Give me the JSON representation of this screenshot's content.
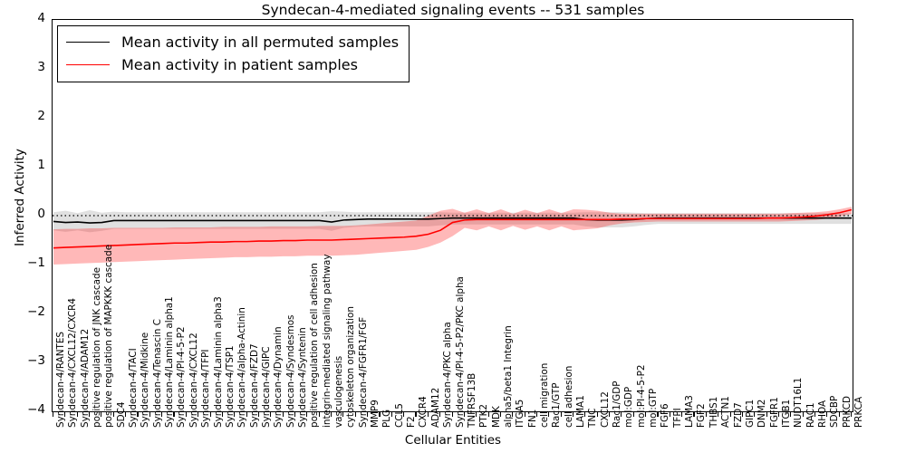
{
  "chart_data": {
    "type": "line",
    "title": "Syndecan-4-mediated signaling events -- 531 samples",
    "xlabel": "Cellular Entities",
    "ylabel": "Inferred Activity",
    "ylim": [
      -4,
      4
    ],
    "yticks": [
      4,
      3,
      2,
      1,
      0,
      -1,
      -2,
      -3,
      -4
    ],
    "ytick_labels": [
      "4",
      "3",
      "2",
      "1",
      "0",
      "−1",
      "−2",
      "−3",
      "−4"
    ],
    "grid": false,
    "zero_reference_line": true,
    "legend_position": "upper left",
    "legend": [
      {
        "label": "Mean activity in all permuted samples",
        "color": "#000000"
      },
      {
        "label": "Mean activity in patient samples",
        "color": "#ff0000"
      }
    ],
    "sample_count": 531,
    "categories": [
      "Syndecan-4/RANTES",
      "Syndecan-4/CXCL12/CXCR4",
      "Syndecan-4/ADAM12",
      "positive regulation of JNK cascade",
      "positive regulation of MAPKKK cascade",
      "SDC4",
      "Syndecan-4/TACI",
      "Syndecan-4/Midkine",
      "Syndecan-4/Tenascin C",
      "Syndecan-4/Laminin alpha1",
      "Syndecan-4/PI-4-5-P2",
      "Syndecan-4/CXCL12",
      "Syndecan-4/TFPI",
      "Syndecan-4/Laminin alpha3",
      "Syndecan-4/TSP1",
      "Syndecan-4/alpha-Actinin",
      "Syndecan-4/FZD7",
      "Syndecan-4/GIPC",
      "Syndecan-4/Dynamin",
      "Syndecan-4/Syndesmos",
      "Syndecan-4/Syntenin",
      "positive regulation of cell adhesion",
      "integrin-mediated signaling pathway",
      "vasculogenesis",
      "cytoskeleton organization",
      "Syndecan-4/FGFR1/FGF",
      "MMP9",
      "PLG",
      "CCL5",
      "F2",
      "CXCR4",
      "ADAM12",
      "Syndecan-4/PKC alpha",
      "Syndecan-4/PI-4-5-P2/PKC alpha",
      "TNFRSF13B",
      "PTK2",
      "MDK",
      "alpha5/beta1 Integrin",
      "ITGA5",
      "FN1",
      "cell migration",
      "Rac1/GTP",
      "cell adhesion",
      "LAMA1",
      "TNC",
      "CXCL12",
      "Rac1/GDP",
      "mol:GDP",
      "mol:PI-4-5-P2",
      "mol:GTP",
      "FGF6",
      "TFPI",
      "LAMA3",
      "FGF2",
      "THBS1",
      "ACTN1",
      "FZD7",
      "GIPC1",
      "DNM2",
      "FGFR1",
      "ITGB1",
      "NUDT16L1",
      "RAC1",
      "RHOA",
      "SDCBP",
      "PRKCD",
      "PRKCA"
    ],
    "series": [
      {
        "name": "Mean activity in all permuted samples",
        "color": "#000000",
        "values": [
          -0.12,
          -0.14,
          -0.13,
          -0.15,
          -0.14,
          -0.1,
          -0.1,
          -0.1,
          -0.1,
          -0.1,
          -0.1,
          -0.1,
          -0.1,
          -0.1,
          -0.1,
          -0.1,
          -0.1,
          -0.1,
          -0.1,
          -0.1,
          -0.1,
          -0.1,
          -0.1,
          -0.13,
          -0.09,
          -0.08,
          -0.07,
          -0.07,
          -0.07,
          -0.07,
          -0.07,
          -0.07,
          -0.06,
          -0.05,
          -0.05,
          -0.05,
          -0.05,
          -0.05,
          -0.05,
          -0.05,
          -0.05,
          -0.05,
          -0.05,
          -0.05,
          -0.08,
          -0.09,
          -0.09,
          -0.09,
          -0.08,
          -0.06,
          -0.05,
          -0.05,
          -0.05,
          -0.05,
          -0.05,
          -0.05,
          -0.05,
          -0.05,
          -0.05,
          -0.05,
          -0.05,
          -0.05,
          -0.05,
          -0.05,
          -0.05,
          -0.05,
          -0.05
        ],
        "band_upper": [
          0.07,
          0.1,
          0.05,
          0.11,
          0.06,
          0.08,
          0.07,
          0.07,
          0.07,
          0.07,
          0.07,
          0.07,
          0.07,
          0.07,
          0.07,
          0.07,
          0.07,
          0.07,
          0.07,
          0.07,
          0.07,
          0.07,
          0.07,
          0.09,
          0.08,
          0.07,
          0.07,
          0.07,
          0.07,
          0.07,
          0.07,
          0.07,
          0.07,
          0.06,
          0.06,
          0.06,
          0.06,
          0.06,
          0.06,
          0.06,
          0.06,
          0.06,
          0.06,
          0.06,
          0.07,
          0.07,
          0.07,
          0.07,
          0.06,
          0.05,
          0.05,
          0.05,
          0.05,
          0.05,
          0.05,
          0.05,
          0.05,
          0.05,
          0.05,
          0.05,
          0.05,
          0.05,
          0.05,
          0.05,
          0.05,
          0.05,
          0.05
        ],
        "band_lower": [
          -0.3,
          -0.33,
          -0.3,
          -0.34,
          -0.31,
          -0.27,
          -0.27,
          -0.27,
          -0.27,
          -0.27,
          -0.27,
          -0.27,
          -0.27,
          -0.27,
          -0.27,
          -0.27,
          -0.27,
          -0.27,
          -0.27,
          -0.27,
          -0.27,
          -0.27,
          -0.27,
          -0.31,
          -0.25,
          -0.23,
          -0.22,
          -0.22,
          -0.22,
          -0.22,
          -0.22,
          -0.22,
          -0.2,
          -0.18,
          -0.18,
          -0.18,
          -0.18,
          -0.18,
          -0.18,
          -0.18,
          -0.18,
          -0.18,
          -0.18,
          -0.18,
          -0.22,
          -0.24,
          -0.24,
          -0.24,
          -0.22,
          -0.19,
          -0.17,
          -0.17,
          -0.17,
          -0.17,
          -0.17,
          -0.17,
          -0.17,
          -0.17,
          -0.17,
          -0.17,
          -0.17,
          -0.17,
          -0.17,
          -0.17,
          -0.17,
          -0.17,
          -0.17
        ]
      },
      {
        "name": "Mean activity in patient samples",
        "color": "#ff0000",
        "values": [
          -0.66,
          -0.65,
          -0.64,
          -0.63,
          -0.62,
          -0.61,
          -0.6,
          -0.59,
          -0.58,
          -0.57,
          -0.56,
          -0.56,
          -0.55,
          -0.54,
          -0.54,
          -0.53,
          -0.53,
          -0.52,
          -0.52,
          -0.51,
          -0.51,
          -0.5,
          -0.5,
          -0.5,
          -0.49,
          -0.48,
          -0.47,
          -0.46,
          -0.45,
          -0.44,
          -0.42,
          -0.38,
          -0.3,
          -0.14,
          -0.09,
          -0.08,
          -0.08,
          -0.08,
          -0.08,
          -0.08,
          -0.08,
          -0.08,
          -0.08,
          -0.08,
          -0.08,
          -0.08,
          -0.08,
          -0.07,
          -0.07,
          -0.06,
          -0.06,
          -0.06,
          -0.06,
          -0.06,
          -0.06,
          -0.06,
          -0.06,
          -0.06,
          -0.06,
          -0.05,
          -0.05,
          -0.04,
          -0.03,
          -0.01,
          0.02,
          0.06,
          0.12
        ],
        "band_upper": [
          -0.28,
          -0.27,
          -0.27,
          -0.26,
          -0.26,
          -0.25,
          -0.25,
          -0.25,
          -0.25,
          -0.25,
          -0.24,
          -0.24,
          -0.24,
          -0.24,
          -0.23,
          -0.23,
          -0.23,
          -0.23,
          -0.22,
          -0.22,
          -0.22,
          -0.22,
          -0.21,
          -0.21,
          -0.21,
          -0.2,
          -0.18,
          -0.16,
          -0.14,
          -0.12,
          -0.1,
          0.0,
          0.1,
          0.14,
          0.06,
          0.13,
          0.05,
          0.13,
          0.04,
          0.12,
          0.05,
          0.13,
          0.05,
          0.13,
          0.12,
          0.1,
          0.06,
          0.04,
          0.04,
          0.04,
          0.04,
          0.04,
          0.04,
          0.04,
          0.04,
          0.04,
          0.04,
          0.04,
          0.04,
          0.04,
          0.04,
          0.05,
          0.06,
          0.07,
          0.09,
          0.13,
          0.18
        ],
        "band_lower": [
          -1.0,
          -0.99,
          -0.98,
          -0.97,
          -0.96,
          -0.95,
          -0.94,
          -0.93,
          -0.92,
          -0.91,
          -0.9,
          -0.89,
          -0.88,
          -0.87,
          -0.86,
          -0.85,
          -0.85,
          -0.84,
          -0.84,
          -0.83,
          -0.83,
          -0.82,
          -0.82,
          -0.82,
          -0.81,
          -0.8,
          -0.78,
          -0.76,
          -0.74,
          -0.72,
          -0.7,
          -0.64,
          -0.55,
          -0.42,
          -0.25,
          -0.3,
          -0.22,
          -0.3,
          -0.21,
          -0.29,
          -0.22,
          -0.3,
          -0.22,
          -0.3,
          -0.28,
          -0.26,
          -0.2,
          -0.16,
          -0.14,
          -0.13,
          -0.12,
          -0.12,
          -0.12,
          -0.12,
          -0.12,
          -0.12,
          -0.12,
          -0.12,
          -0.12,
          -0.12,
          -0.12,
          -0.11,
          -0.1,
          -0.09,
          -0.06,
          -0.02,
          0.04
        ]
      }
    ]
  }
}
